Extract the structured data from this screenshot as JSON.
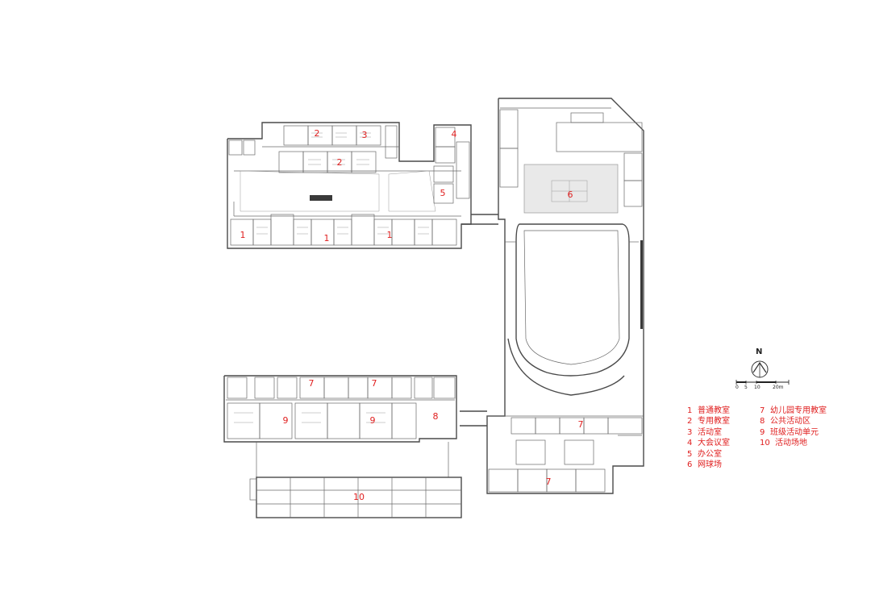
{
  "plan": {
    "room_labels": [
      {
        "n": "1"
      },
      {
        "n": "1"
      },
      {
        "n": "1"
      },
      {
        "n": "2"
      },
      {
        "n": "2"
      },
      {
        "n": "3"
      },
      {
        "n": "4"
      },
      {
        "n": "5"
      },
      {
        "n": "6"
      },
      {
        "n": "7"
      },
      {
        "n": "7"
      },
      {
        "n": "7"
      },
      {
        "n": "7"
      },
      {
        "n": "8"
      },
      {
        "n": "9"
      },
      {
        "n": "9"
      },
      {
        "n": "10"
      }
    ]
  },
  "legend": {
    "left": [
      {
        "n": "1",
        "label": "普通教室"
      },
      {
        "n": "2",
        "label": "专用教室"
      },
      {
        "n": "3",
        "label": "活动室"
      },
      {
        "n": "4",
        "label": "大会议室"
      },
      {
        "n": "5",
        "label": "办公室"
      },
      {
        "n": "6",
        "label": "网球场"
      }
    ],
    "right": [
      {
        "n": "7",
        "label": "幼儿园专用教室"
      },
      {
        "n": "8",
        "label": "公共活动区"
      },
      {
        "n": "9",
        "label": "班级活动单元"
      },
      {
        "n": "10",
        "label": "活动场地"
      }
    ]
  },
  "north": {
    "label": "N"
  },
  "scale": {
    "t0": "0",
    "t1": "5",
    "t2": "10",
    "t3": "20m"
  },
  "colors": {
    "label": "#e02020",
    "line": "#4a4a4a"
  }
}
